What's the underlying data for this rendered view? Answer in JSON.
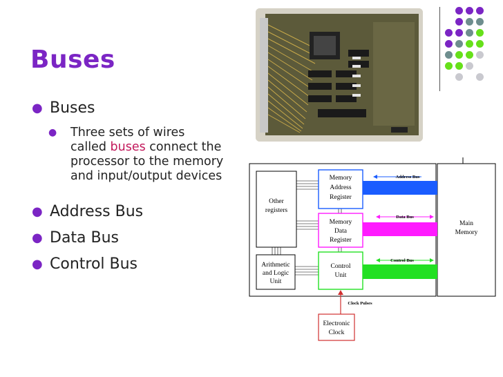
{
  "slide": {
    "title": "Buses",
    "bullets": [
      {
        "level": 1,
        "text": "Buses"
      },
      {
        "level": 2,
        "lines": [
          "Three sets of wires",
          "connect the",
          "processor to the memory",
          "and input/output devices"
        ],
        "prefix": "called ",
        "highlight": "buses"
      },
      {
        "level": 1,
        "text": "Address Bus"
      },
      {
        "level": 1,
        "text": "Data Bus"
      },
      {
        "level": 1,
        "text": "Control Bus"
      }
    ]
  },
  "diagram": {
    "blocks": {
      "memory_address_register": [
        "Memory",
        "Address",
        "Register"
      ],
      "memory_data_register": [
        "Memory",
        "Data",
        "Register"
      ],
      "control_unit": [
        "Control",
        "Unit"
      ],
      "other_registers": [
        "Other",
        "registers"
      ],
      "alu": [
        "Arithmetic",
        "and Logic",
        "Unit"
      ],
      "main_memory": [
        "Main",
        "Memory"
      ],
      "electronic_clock": [
        "Electronic",
        "Clock"
      ]
    },
    "bus_labels": {
      "address": "Address Bus",
      "data": "Data Bus",
      "control": "Control Bus",
      "clock": "Clock Pulses"
    },
    "colors": {
      "address": "#1a5cff",
      "data": "#ff1aff",
      "control": "#22e022",
      "clock": "#d03030"
    }
  },
  "theme": {
    "accent": "#7b25c4",
    "dot_colors": [
      "#7b25c4",
      "#6e8e8e",
      "#66e01a",
      "#c9c9cf"
    ]
  }
}
